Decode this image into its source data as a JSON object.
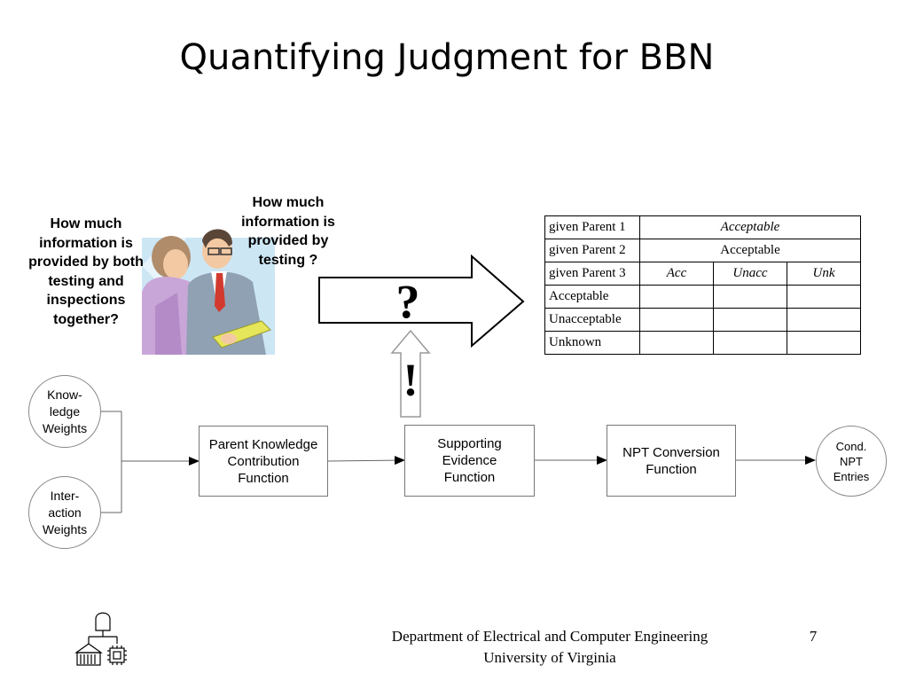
{
  "title": "Quantifying Judgment for BBN",
  "questions": {
    "left": [
      "How much",
      "information is",
      "provided by both",
      "testing and",
      "inspections",
      "together?"
    ],
    "top": [
      "How much",
      "information is",
      "provided by",
      "testing ?"
    ]
  },
  "symbols": {
    "question": "?",
    "exclamation": "!"
  },
  "npt_table": {
    "row1": {
      "label": "given Parent 1",
      "value": "Acceptable"
    },
    "row2": {
      "label": "given Parent 2",
      "value": "Acceptable"
    },
    "row3": {
      "label": "given Parent 3",
      "cols": [
        "Acc",
        "Unacc",
        "Unk"
      ]
    },
    "states": [
      "Acceptable",
      "Unacceptable",
      "Unknown"
    ]
  },
  "diagram": {
    "knowledge": [
      "Know-",
      "ledge",
      "Weights"
    ],
    "interaction": [
      "Inter-",
      "action",
      "Weights"
    ],
    "parent_fn": [
      "Parent Knowledge",
      "Contribution",
      "Function"
    ],
    "support_fn": [
      "Supporting",
      "Evidence",
      "Function"
    ],
    "npt_fn": [
      "NPT Conversion",
      "Function"
    ],
    "output": [
      "Cond.",
      "NPT",
      "Entries"
    ]
  },
  "footer": {
    "line1": "Department of Electrical and Computer Engineering",
    "line2": "University of Virginia",
    "page": "7"
  }
}
